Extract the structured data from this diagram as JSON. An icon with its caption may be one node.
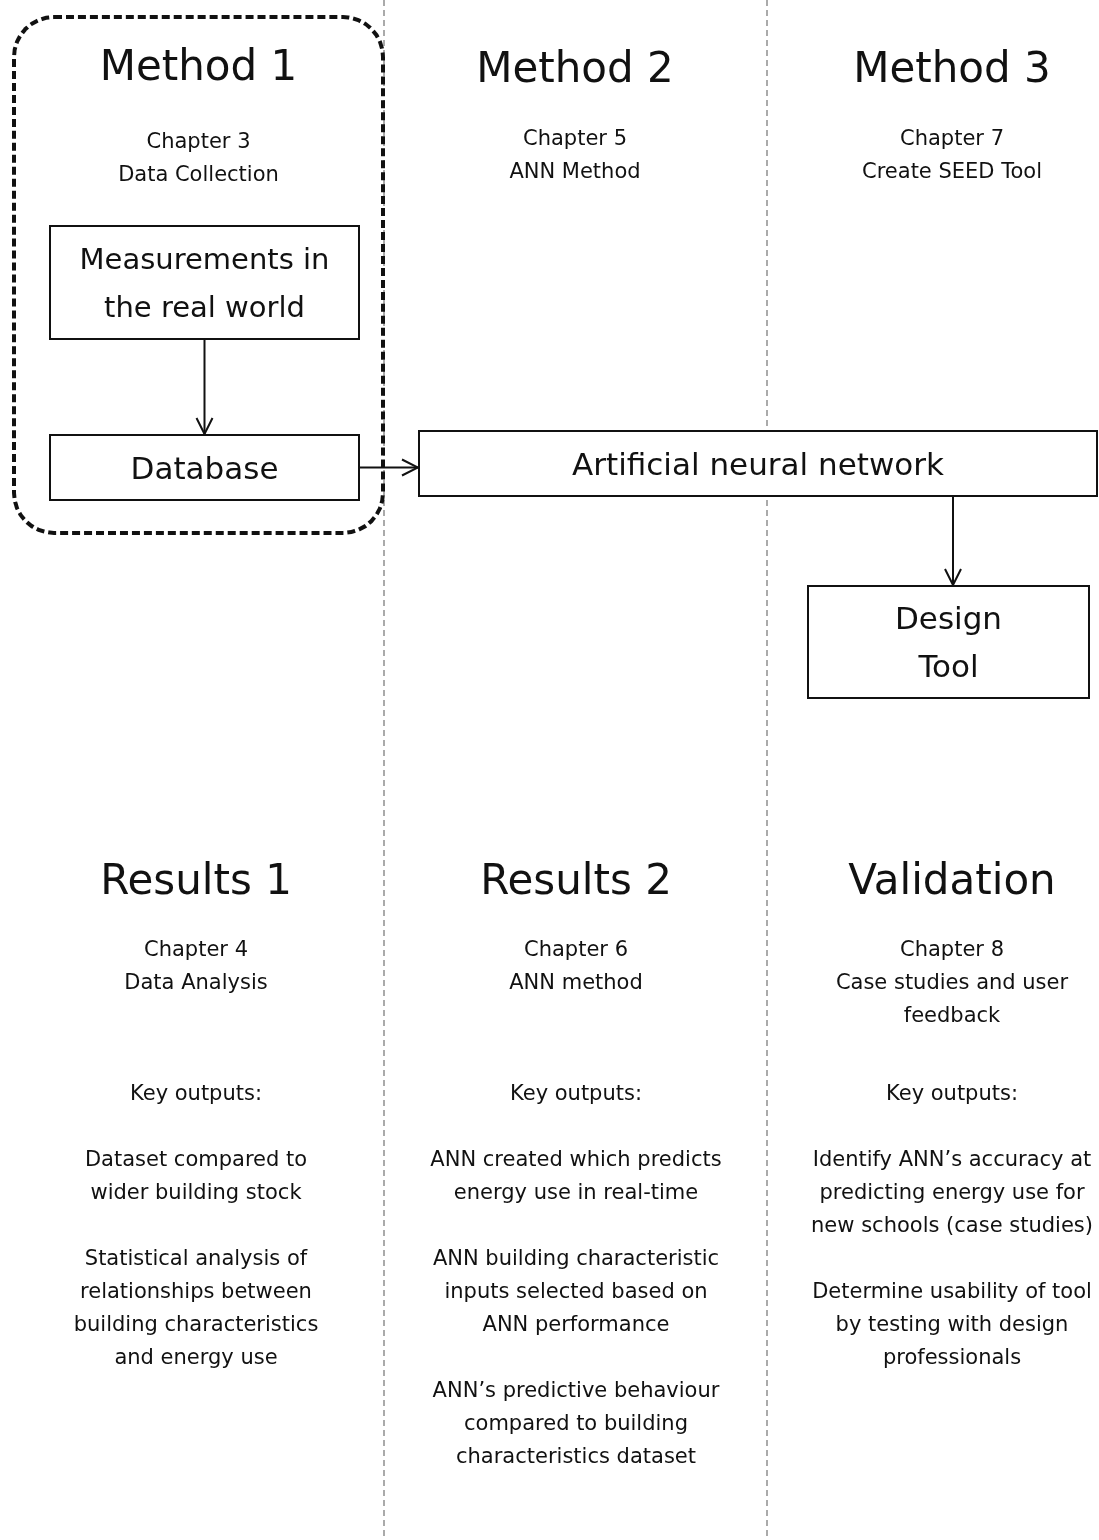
{
  "diagram": {
    "nodes": [
      {
        "text": [
          "Method 1",
          "Chapter 3",
          "Data Collection"
        ]
      },
      {
        "text": [
          "Measurements in the real world"
        ],
        "in": 0
      },
      {
        "text": [
          "Database"
        ],
        "in": 0
      },
      {
        "text": [
          "Artificial neural network"
        ]
      },
      {
        "text": [
          "Design Tool"
        ]
      }
    ],
    "edges": [
      {
        "from": 1,
        "to": 2,
        "arrow": "to"
      },
      {
        "from": 2,
        "to": 3,
        "arrow": "to"
      },
      {
        "from": 3,
        "to": 4,
        "arrow": "to"
      }
    ],
    "labels": [
      "Method 2",
      "Chapter 5",
      "ANN Method",
      "Method 3",
      "Chapter 7",
      "Create SEED Tool",
      "Results 1",
      "Chapter 4",
      "Data Analysis",
      "Key outputs:",
      "Dataset compared to wider building stock",
      "Statistical analysis of relationships between building characteristics and energy use",
      "Results 2",
      "Chapter 6",
      "ANN method",
      "Key outputs:",
      "ANN created which predicts energy use in real-time",
      "ANN building characteristic inputs selected based on ANN performance",
      "ANN’s predictive behaviour compared to building characteristics dataset",
      "Validation",
      "Chapter 8",
      "Case studies and user feedback",
      "Key outputs:",
      "Identify ANN’s accuracy at predicting energy use for new schools (case studies)",
      "Determine usability of tool by testing with design professionals"
    ]
  }
}
